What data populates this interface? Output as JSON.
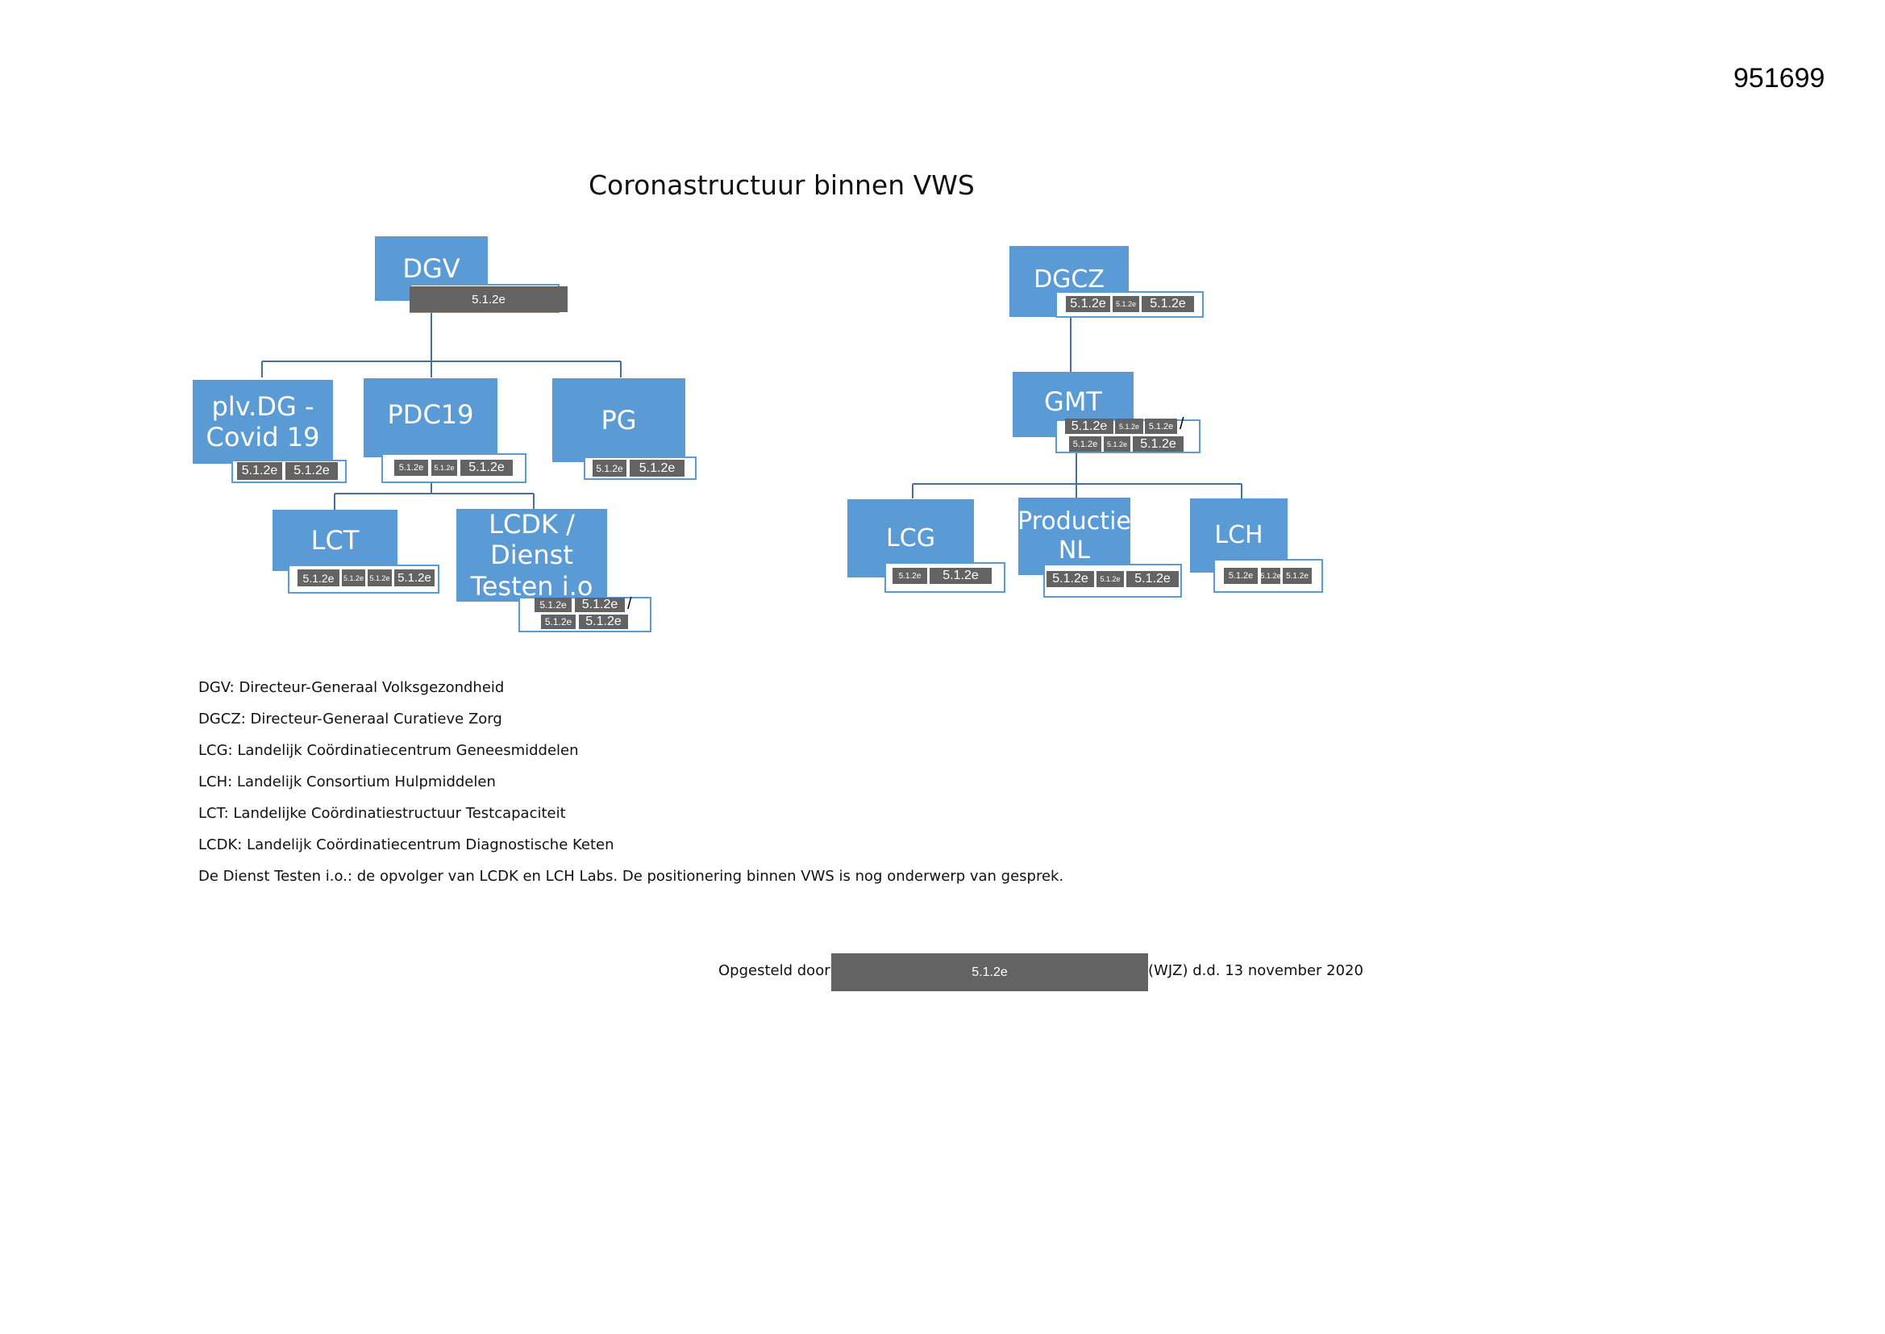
{
  "document_number": "951699",
  "title": "Coronastructuur binnen VWS",
  "redaction_code": "5.1.2e",
  "nodes": {
    "dgv": "DGV",
    "plvdg_line1": "plv.DG -",
    "plvdg_line2": "Covid 19",
    "pdc19": "PDC19",
    "pg": "PG",
    "lct": "LCT",
    "lcdk_line1": "LCDK /",
    "lcdk_line2": "Dienst",
    "lcdk_line3": "Testen i.o",
    "dgcz": "DGCZ",
    "gmt": "GMT",
    "lcg": "LCG",
    "productie_line1": "Productie",
    "productie_line2": "NL",
    "lch": "LCH"
  },
  "slash": "/",
  "legend": [
    "DGV: Directeur-Generaal Volksgezondheid",
    "DGCZ: Directeur-Generaal Curatieve Zorg",
    "LCG: Landelijk Coördinatiecentrum Geneesmiddelen",
    "LCH: Landelijk Consortium Hulpmiddelen",
    "LCT: Landelijke Coördinatiestructuur Testcapaciteit",
    "LCDK: Landelijk Coördinatiecentrum Diagnostische Keten",
    "De Dienst Testen i.o.: de opvolger van LCDK en LCH Labs. De positionering binnen VWS is nog onderwerp van gesprek."
  ],
  "footer": {
    "prefix": "Opgesteld door",
    "suffix": "(WJZ) d.d. 13 november 2020"
  },
  "colors": {
    "node_fill": "#5b9bd5",
    "redaction": "#636363",
    "connector": "#41719c"
  }
}
